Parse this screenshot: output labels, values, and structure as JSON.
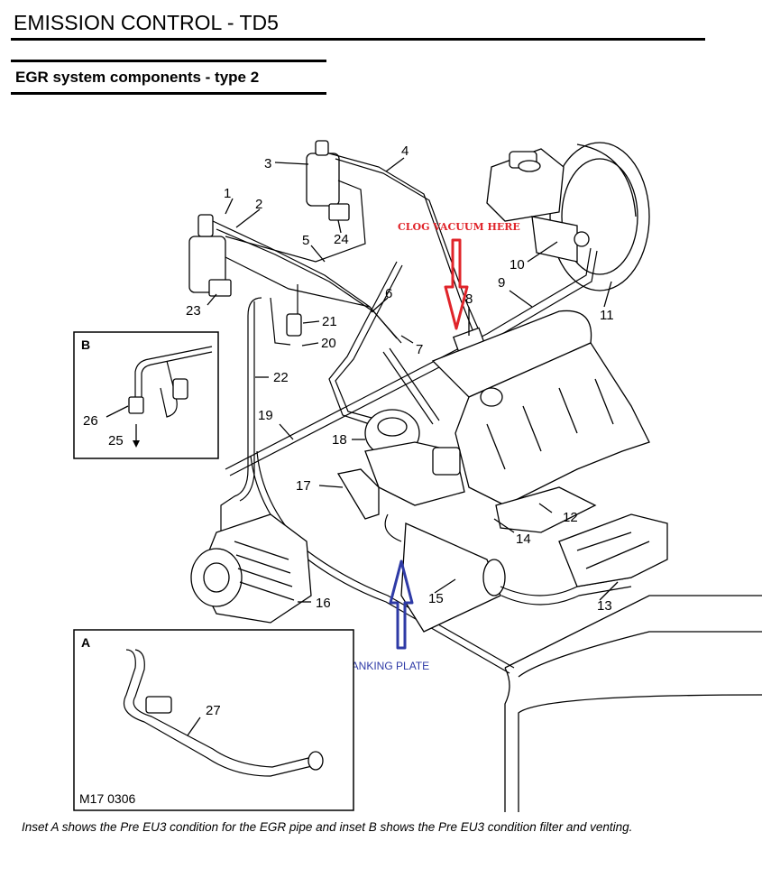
{
  "header": {
    "title": "EMISSION CONTROL - TD5",
    "section_title": "EGR system components - type 2"
  },
  "callouts": {
    "c1": "1",
    "c2": "2",
    "c3": "3",
    "c4": "4",
    "c5": "5",
    "c6": "6",
    "c7": "7",
    "c8": "8",
    "c9": "9",
    "c10": "10",
    "c11": "11",
    "c12": "12",
    "c13": "13",
    "c14": "14",
    "c15": "15",
    "c16": "16",
    "c17": "17",
    "c18": "18",
    "c19": "19",
    "c20": "20",
    "c21": "21",
    "c22": "22",
    "c23": "23",
    "c24": "24"
  },
  "inset_b": {
    "label": "B",
    "c25": "25",
    "c26": "26"
  },
  "inset_a": {
    "label": "A",
    "c27": "27",
    "figure_code": "M17 0306"
  },
  "annotations": {
    "clog_vacuum": "CLOG VACUUM HERE",
    "blanking_plate": "BLANKING PLATE",
    "red_color": "#e0242a",
    "blue_color": "#2e3aa6"
  },
  "caption": "Inset A shows the Pre EU3 condition for the EGR pipe and inset B shows the Pre EU3 condition filter and venting."
}
